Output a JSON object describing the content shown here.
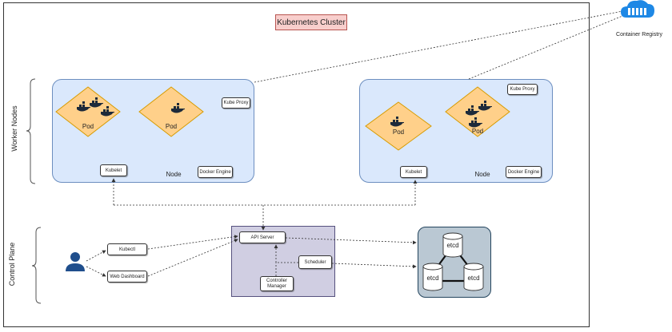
{
  "cluster": {
    "title": "Kubernetes Cluster"
  },
  "registry": {
    "label": "Container Registry",
    "icon": "container-registry-icon"
  },
  "sections": {
    "worker_nodes": "Worker Nodes",
    "control_plane": "Control Plane"
  },
  "nodes": [
    {
      "label": "Node",
      "kube_proxy": "Kube Proxy",
      "kubelet": "Kubelet",
      "docker_engine": "Docker Engine",
      "pods": [
        {
          "label": "Pod",
          "whales": 3
        },
        {
          "label": "Pod",
          "whales": 1
        }
      ]
    },
    {
      "label": "Node",
      "kube_proxy": "Kube Proxy",
      "kubelet": "Kubelet",
      "docker_engine": "Docker Engine",
      "pods": [
        {
          "label": "Pod",
          "whales": 1
        },
        {
          "label": "Pod",
          "whales": 3
        }
      ]
    }
  ],
  "control_plane": {
    "kubectl": "Kubectl",
    "web_dashboard": "Web Dashboard",
    "api_server": "API Server",
    "scheduler": "Scheduler",
    "controller_manager_line1": "Controller",
    "controller_manager_line2": "Manager",
    "etcd": [
      "etcd",
      "etcd",
      "etcd"
    ]
  },
  "colors": {
    "cluster_title_bg": "#f8cecc",
    "node_bg": "#dae8fc",
    "pod_fill": "#ffd08a",
    "control_plane_bg": "#d0cee2",
    "etcd_panel_bg": "#bac8d3",
    "user_icon": "#1f4e8c",
    "registry_icon": "#1e88e5"
  }
}
